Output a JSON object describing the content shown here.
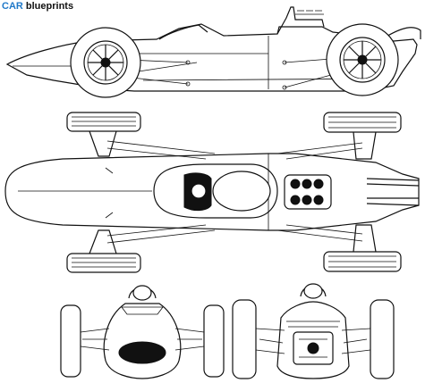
{
  "logo": {
    "brand": "CAR",
    "suffix": "blueprints"
  },
  "views": [
    "side-view",
    "top-view",
    "front-view",
    "rear-view"
  ]
}
